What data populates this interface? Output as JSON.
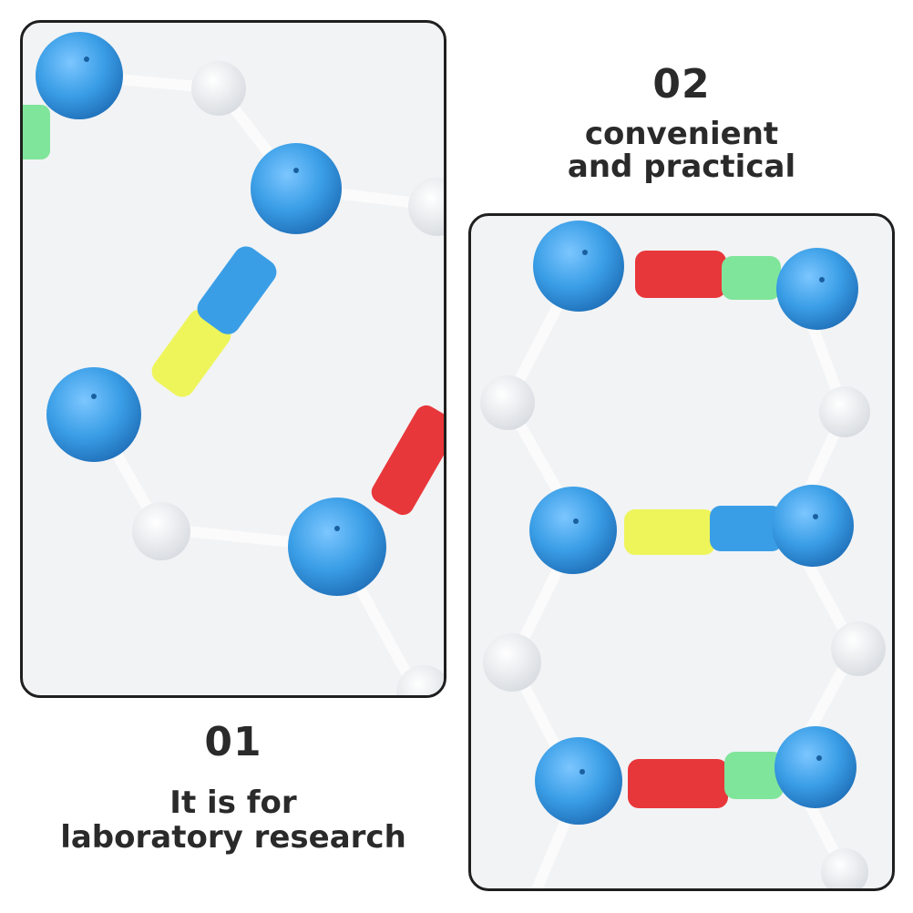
{
  "captions": {
    "first": {
      "number": "01",
      "line1": "It is for",
      "line2": "laboratory research"
    },
    "second": {
      "number": "02",
      "line1": "convenient",
      "line2": "and practical"
    }
  },
  "colors": {
    "ball_blue": "#3a9ee6",
    "ball_white": "#e9ecef",
    "connector": "#f8f8f8",
    "bar_yellow": "#eef55a",
    "bar_red": "#e8373a",
    "bar_green": "#7fe59a",
    "bar_blue": "#3a9ee6",
    "panel_bg": "#f2f3f5"
  },
  "images": {
    "panel1": {
      "subject": "DNA model close-up, blue and white balls with colored base bars"
    },
    "panel2": {
      "subject": "DNA double-helix model with three base pairs"
    }
  }
}
